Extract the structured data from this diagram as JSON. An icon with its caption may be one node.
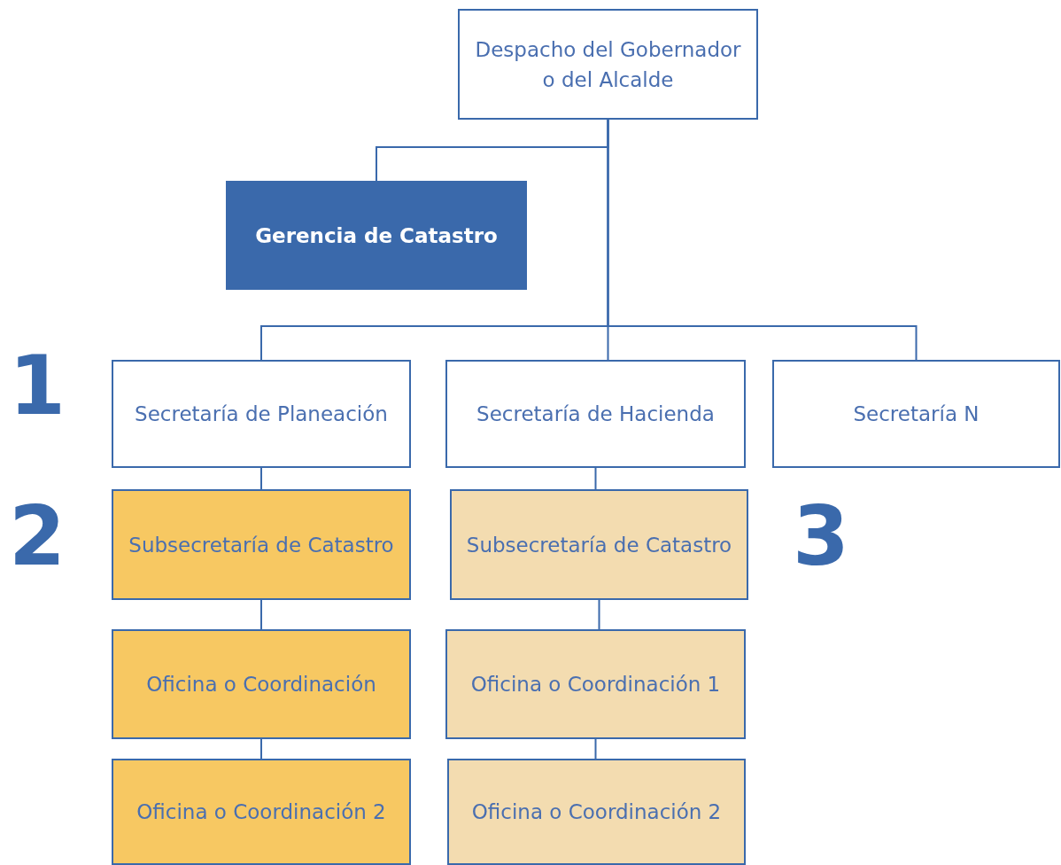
{
  "diagram": {
    "nodes": [
      {
        "text": [
          "Despacho del Gobernador o del Alcalde"
        ]
      },
      {
        "text": [
          "Gerencia de Catastro"
        ]
      },
      {
        "text": [
          "Secretaría de Planeación"
        ]
      },
      {
        "text": [
          "Secretaría de Hacienda"
        ]
      },
      {
        "text": [
          "Secretaría N"
        ]
      },
      {
        "text": [
          "Subsecretaría de Catastro"
        ]
      },
      {
        "text": [
          "Subsecretaría de Catastro"
        ]
      },
      {
        "text": [
          "Oficina o Coordinación"
        ]
      },
      {
        "text": [
          "Oficina o Coordinación 1"
        ]
      },
      {
        "text": [
          "Oficina o Coordinación 2"
        ]
      },
      {
        "text": [
          "Oficina o Coordinación 2"
        ]
      }
    ],
    "edges": [
      {
        "from": 0,
        "to": 1,
        "arrow": "none"
      },
      {
        "from": 0,
        "to": 2,
        "arrow": "none"
      },
      {
        "from": 0,
        "to": 3,
        "arrow": "none"
      },
      {
        "from": 0,
        "to": 4,
        "arrow": "none"
      },
      {
        "from": 2,
        "to": 5,
        "arrow": "none"
      },
      {
        "from": 5,
        "to": 7,
        "arrow": "none"
      },
      {
        "from": 7,
        "to": 9,
        "arrow": "none"
      },
      {
        "from": 3,
        "to": 6,
        "arrow": "none"
      },
      {
        "from": 6,
        "to": 8,
        "arrow": "none"
      },
      {
        "from": 8,
        "to": 10,
        "arrow": "none"
      }
    ],
    "labels": [
      "1",
      "2",
      "3"
    ]
  }
}
